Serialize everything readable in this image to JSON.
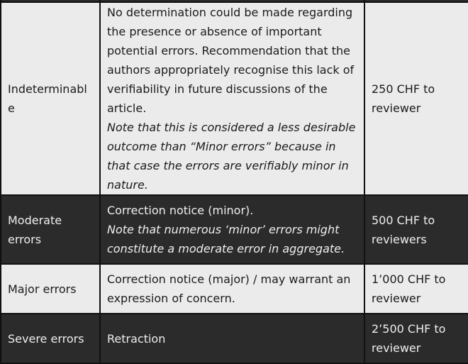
{
  "rows": [
    {
      "category": "Indeterminable",
      "description": "No determination could be made regarding the presence or absence of important potential errors. Recommendation that the authors appropriately recognise this lack of verifiability in future discussions of the article.",
      "note": "Note that this is considered a less desirable outcome than “Minor errors” because in that case the errors are verifiably minor in nature.",
      "reward": "250 CHF to reviewer"
    },
    {
      "category": "Moderate errors",
      "description": "Correction notice (minor).",
      "note": "Note that numerous ‘minor’ errors might constitute a moderate error in aggregate.",
      "reward": "500 CHF to reviewers"
    },
    {
      "category": "Major errors",
      "description": "Correction notice (major) / may warrant an expression of concern.",
      "note": "",
      "reward": "1’000 CHF to reviewer"
    },
    {
      "category": "Severe errors",
      "description": "Retraction",
      "note": "",
      "reward": "2’500 CHF to reviewer"
    }
  ],
  "colors": {
    "light_row": "#ebebeb",
    "dark_row": "#2b2b2b",
    "border": "#111111"
  }
}
